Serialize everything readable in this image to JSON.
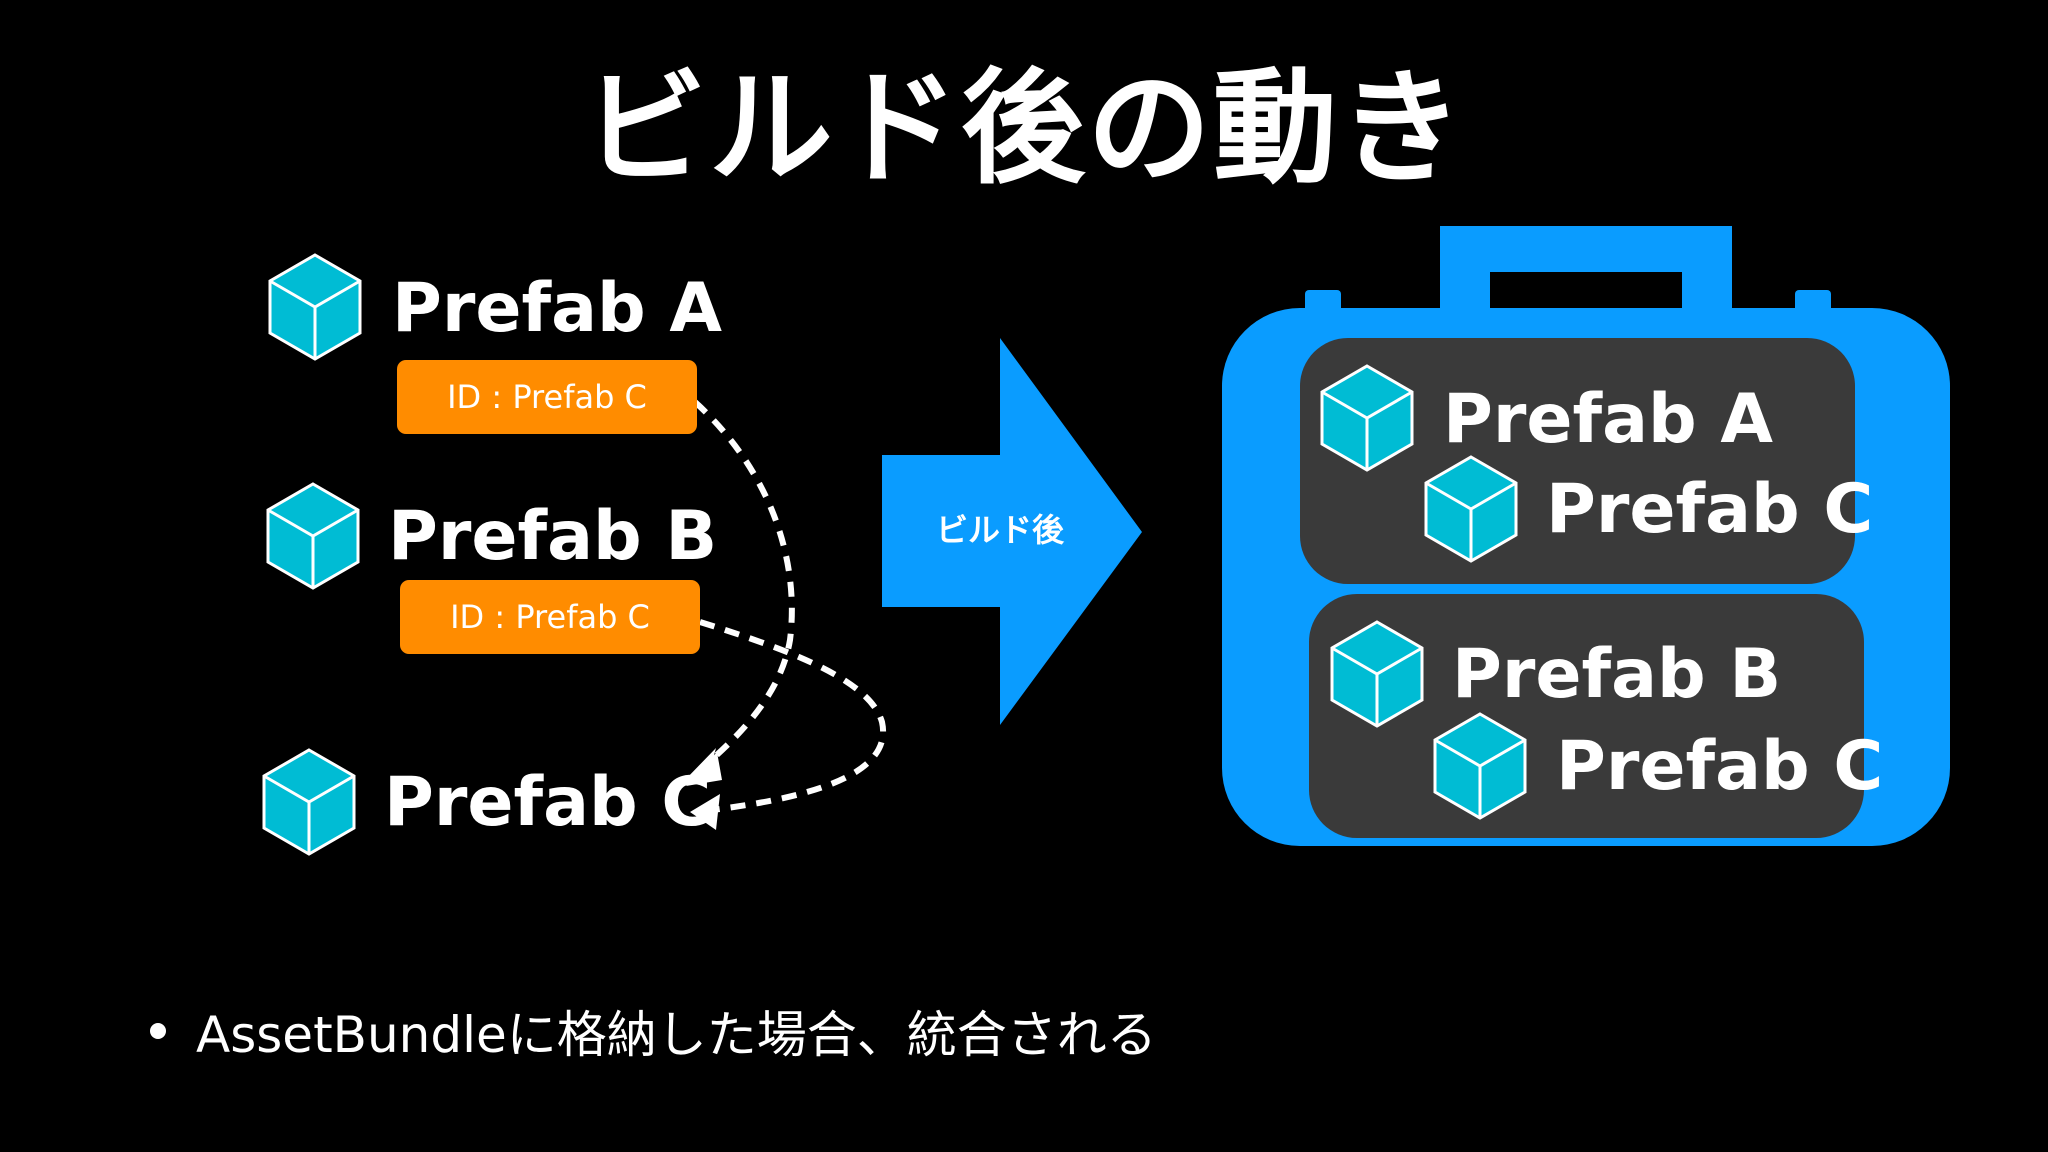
{
  "title": "ビルド後の動き",
  "left": {
    "prefab_a": "Prefab A",
    "prefab_b": "Prefab B",
    "prefab_c": "Prefab C",
    "id_tag_a": "ID : Prefab C",
    "id_tag_b": "ID : Prefab C"
  },
  "arrow_label": "ビルド後",
  "bundle": {
    "group1": {
      "main": "Prefab A",
      "child": "Prefab C"
    },
    "group2": {
      "main": "Prefab B",
      "child": "Prefab C"
    }
  },
  "bullet_text": "AssetBundleに格納した場合、統合される",
  "colors": {
    "background": "#000000",
    "cube": "#00bcd4",
    "id_tag": "#ff8c00",
    "arrow": "#0a9cff",
    "bundle": "#0a9cff",
    "bundle_panel": "#3a3a3a"
  }
}
